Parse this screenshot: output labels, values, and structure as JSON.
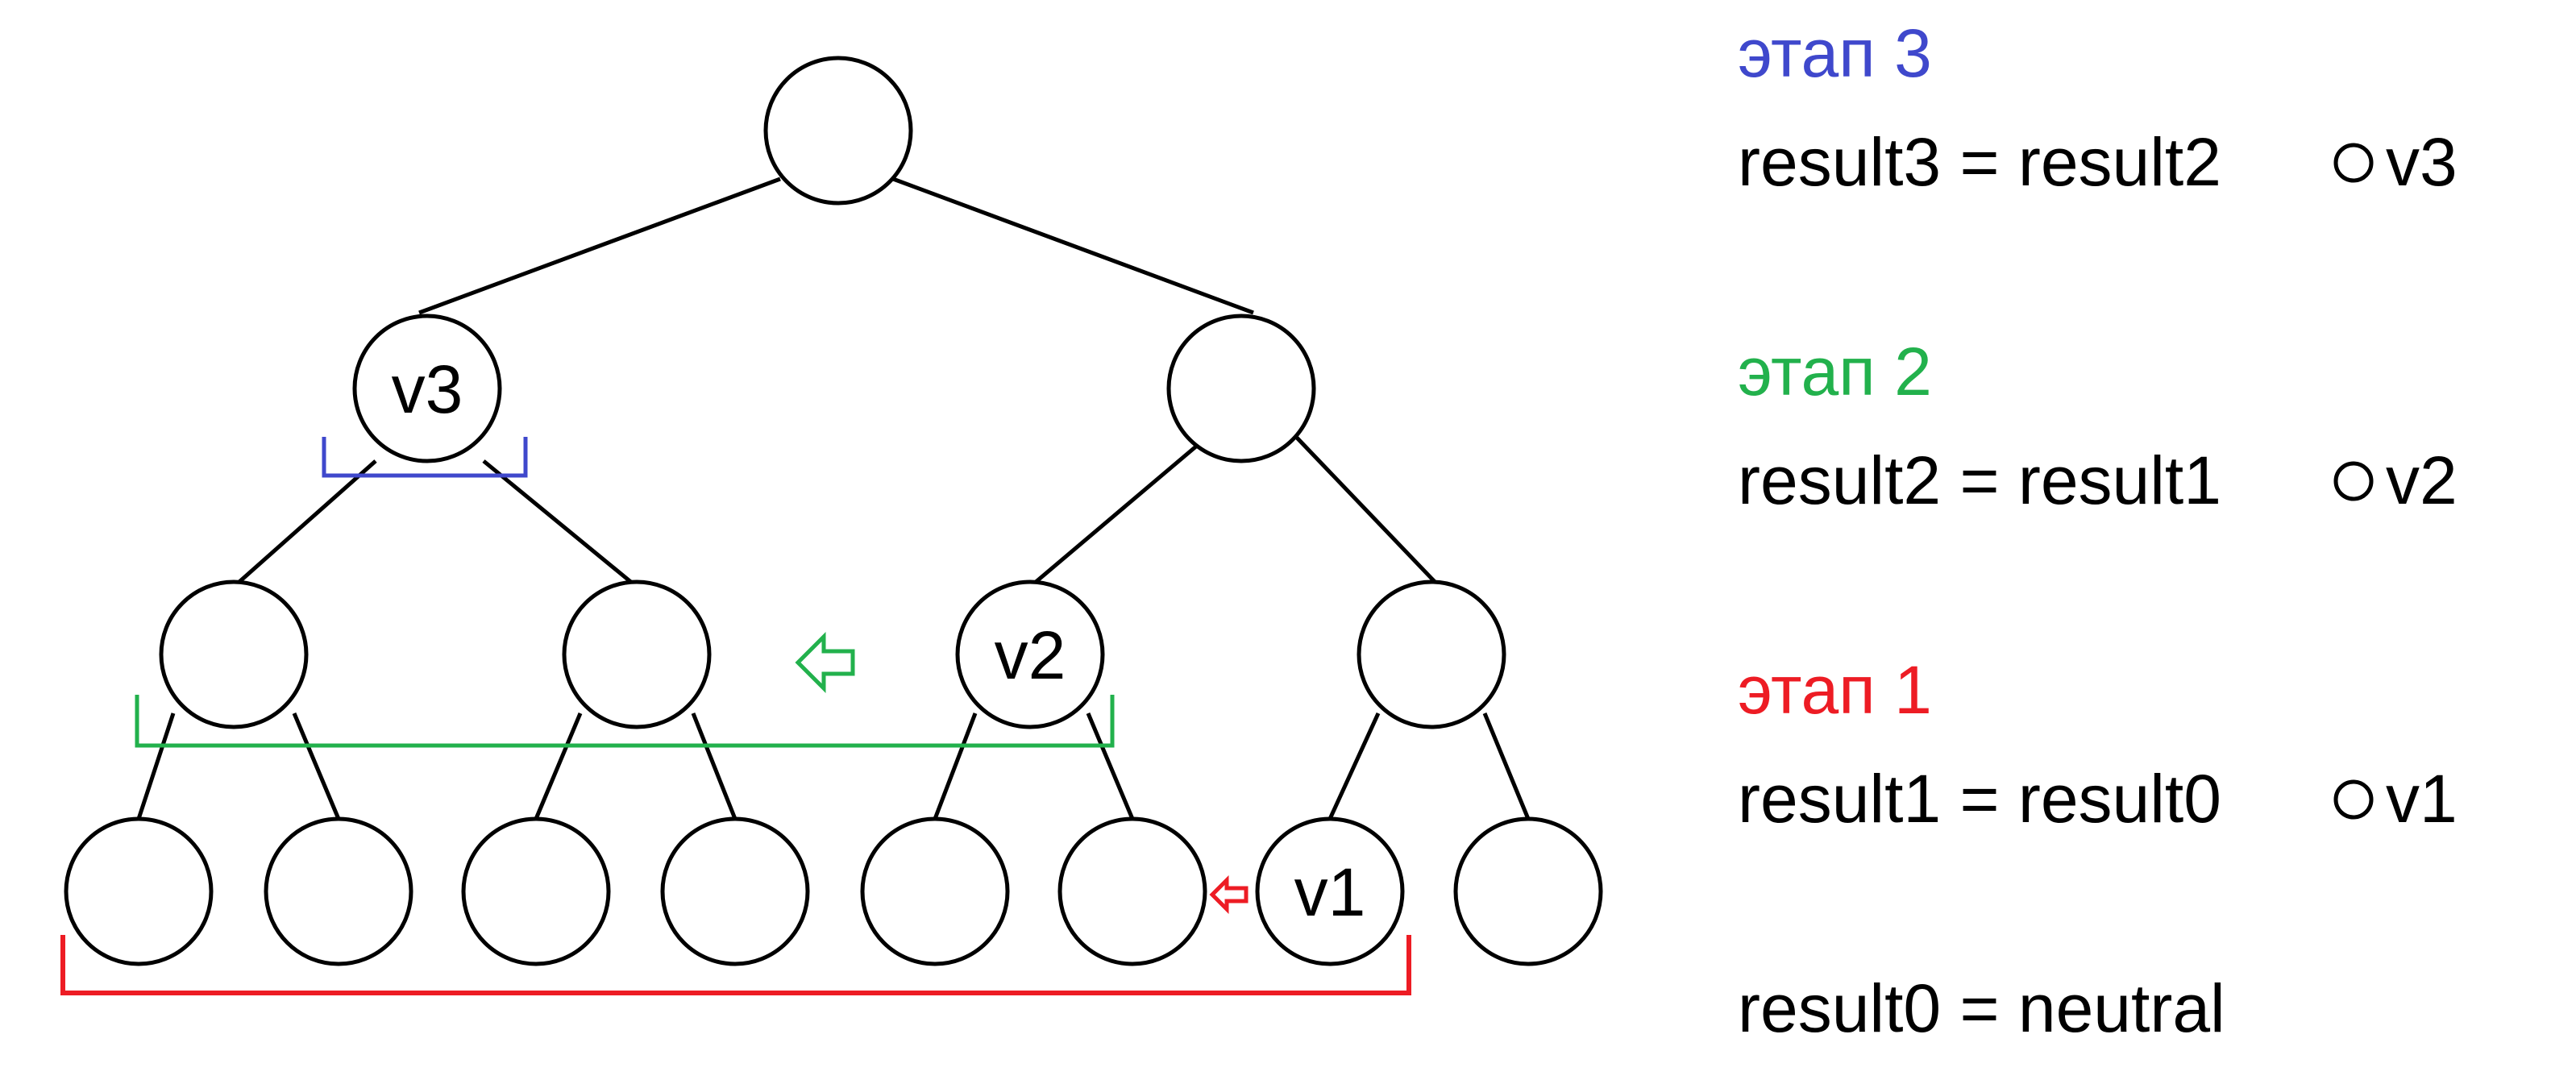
{
  "tree": {
    "node_labels": {
      "v1": "v1",
      "v2": "v2",
      "v3": "v3"
    }
  },
  "legend": {
    "stage3": {
      "title": "этап 3",
      "lhs": "result3 = result2",
      "rhs": "v3",
      "color": "#3f48cc"
    },
    "stage2": {
      "title": "этап 2",
      "lhs": "result2 = result1",
      "rhs": "v2",
      "color": "#22b14c"
    },
    "stage1": {
      "title": "этап 1",
      "lhs": "result1 = result0",
      "rhs": "v1",
      "color": "#ed1c24"
    },
    "stage0": {
      "formula": "result0 = neutral"
    }
  },
  "colors": {
    "stage1": "#ed1c24",
    "stage2": "#22b14c",
    "stage3": "#3f48cc",
    "line": "#000000"
  }
}
